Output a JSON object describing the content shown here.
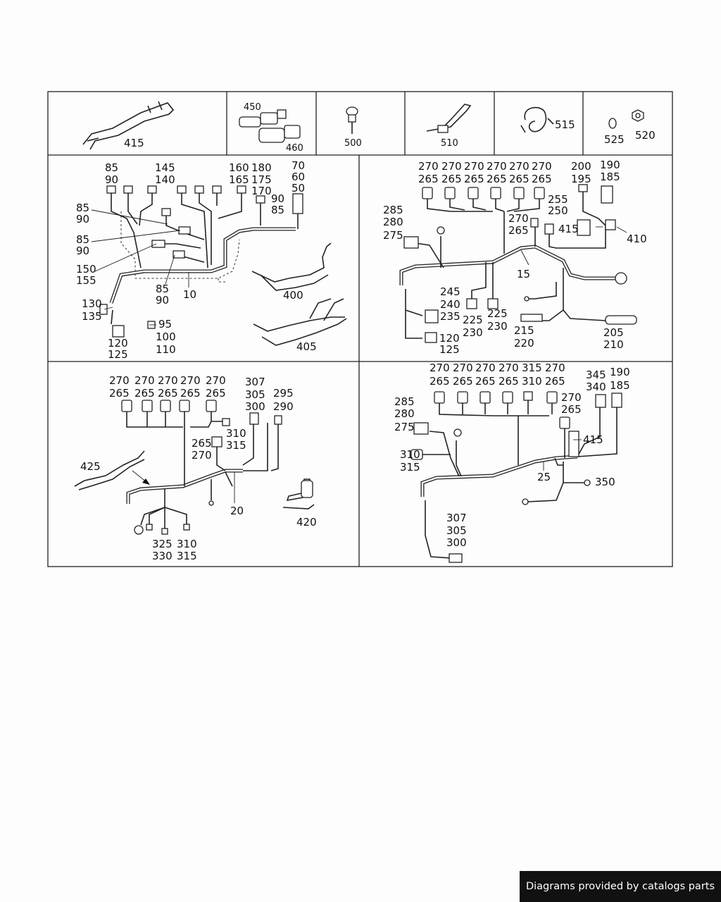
{
  "top_row": {
    "cell1": [
      "415"
    ],
    "cell2": [
      "450",
      "460"
    ],
    "cell3": [
      "500"
    ],
    "cell4": [
      "510"
    ],
    "cell5": [
      "515"
    ],
    "cell6": [
      "525",
      "520"
    ]
  },
  "panel_a": {
    "labels": [
      "85",
      "90",
      "145",
      "140",
      "160",
      "165",
      "180",
      "175",
      "170",
      "70",
      "60",
      "50",
      "85",
      "90",
      "90",
      "85",
      "85",
      "90",
      "150",
      "155",
      "85",
      "90",
      "10",
      "130",
      "135",
      "95",
      "100",
      "110",
      "120",
      "125",
      "400",
      "405"
    ]
  },
  "panel_b": {
    "labels": [
      "270",
      "265",
      "270",
      "265",
      "270",
      "265",
      "270",
      "265",
      "270",
      "265",
      "270",
      "265",
      "200",
      "195",
      "190",
      "185",
      "285",
      "280",
      "275",
      "255",
      "250",
      "270",
      "265",
      "415",
      "410",
      "15",
      "245",
      "240",
      "235",
      "225",
      "230",
      "225",
      "230",
      "215",
      "220",
      "205",
      "210",
      "120",
      "125"
    ]
  },
  "panel_c": {
    "labels": [
      "270",
      "265",
      "270",
      "265",
      "270",
      "265",
      "270",
      "265",
      "270",
      "265",
      "307",
      "305",
      "300",
      "295",
      "290",
      "310",
      "315",
      "265",
      "270",
      "425",
      "20",
      "420",
      "325",
      "330",
      "310",
      "315"
    ]
  },
  "panel_d": {
    "labels": [
      "270",
      "265",
      "270",
      "265",
      "270",
      "265",
      "270",
      "265",
      "315",
      "310",
      "270",
      "265",
      "345",
      "340",
      "190",
      "185",
      "285",
      "280",
      "275",
      "270",
      "265",
      "415",
      "310",
      "315",
      "25",
      "350",
      "307",
      "305",
      "300"
    ]
  },
  "footer": {
    "text": "Diagrams provided by catalogs parts"
  }
}
